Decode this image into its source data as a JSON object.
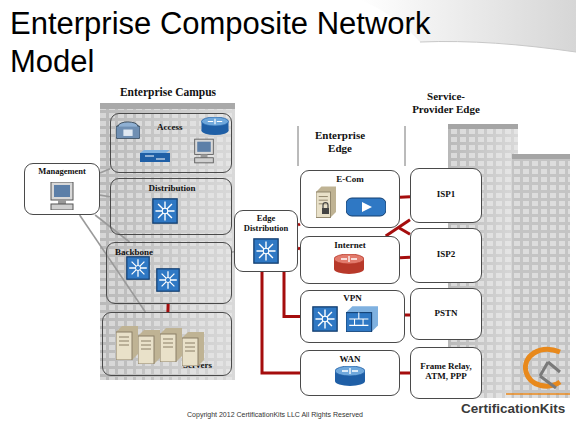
{
  "diagram": {
    "title": "Enterprise Composite Network Model",
    "nodes": [
      {
        "text": [
          "Enterprise Campus"
        ]
      },
      {
        "text": [
          "Access"
        ],
        "in": 0
      },
      {
        "text": [
          "Distribution"
        ],
        "in": 0
      },
      {
        "text": [
          "Backbone"
        ],
        "in": 0
      },
      {
        "text": [
          "Servers"
        ],
        "in": 0
      },
      {
        "text": [
          "Management"
        ]
      },
      {
        "text": [
          "Edge Distribution"
        ]
      },
      {
        "text": [
          "E-Com"
        ]
      },
      {
        "text": [
          "Internet"
        ]
      },
      {
        "text": [
          "VPN"
        ]
      },
      {
        "text": [
          "WAN"
        ]
      },
      {
        "text": [
          "ISP1"
        ]
      },
      {
        "text": [
          "ISP2"
        ]
      },
      {
        "text": [
          "PSTN"
        ]
      },
      {
        "text": [
          "Frame Relay, ATM, PPP"
        ]
      }
    ],
    "edges": [
      {
        "from": 5,
        "to": 1,
        "arrow": "none"
      },
      {
        "from": 5,
        "to": 2,
        "arrow": "none"
      },
      {
        "from": 5,
        "to": 3,
        "arrow": "none"
      },
      {
        "from": 5,
        "to": 4,
        "arrow": "none"
      },
      {
        "from": 3,
        "to": 4,
        "arrow": "none"
      },
      {
        "from": 3,
        "to": 6,
        "arrow": "none"
      },
      {
        "from": 6,
        "to": 7,
        "arrow": "none"
      },
      {
        "from": 6,
        "to": 8,
        "arrow": "none"
      },
      {
        "from": 6,
        "to": 9,
        "arrow": "none"
      },
      {
        "from": 6,
        "to": 10,
        "arrow": "none"
      },
      {
        "from": 7,
        "to": 11,
        "arrow": "none"
      },
      {
        "from": 7,
        "to": 12,
        "arrow": "none"
      },
      {
        "from": 8,
        "to": 11,
        "arrow": "none"
      },
      {
        "from": 8,
        "to": 12,
        "arrow": "none"
      },
      {
        "from": 9,
        "to": 13,
        "arrow": "none"
      },
      {
        "from": 10,
        "to": 14,
        "arrow": "none"
      }
    ],
    "labels": [
      "Enterprise Edge",
      "Service- Provider Edge",
      "Copyright 2012 CertificationKits LLC  All Rights Reserved",
      "CertificationKits"
    ]
  }
}
